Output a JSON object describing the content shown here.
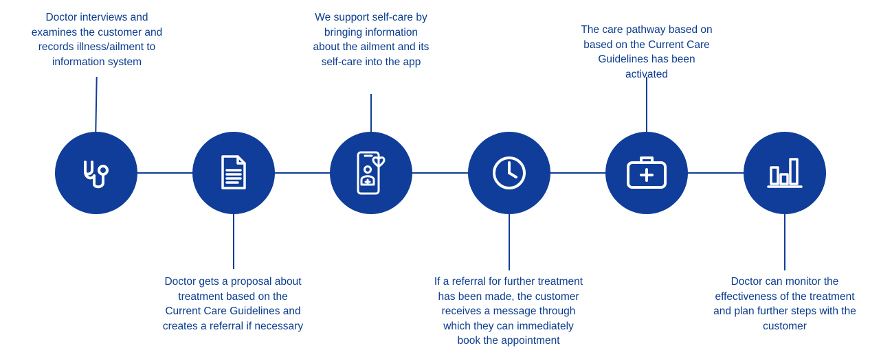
{
  "steps": [
    {
      "icon": "stethoscope-icon",
      "position": "top",
      "text": "Doctor interviews and\nexamines the customer and\nrecords illness/ailment to\ninformation system"
    },
    {
      "icon": "document-icon",
      "position": "bottom",
      "text": "Doctor gets a proposal about\ntreatment based on the\nCurrent Care Guidelines and\ncreates a referral if necessary"
    },
    {
      "icon": "mobile-app-icon",
      "position": "top",
      "text": "We support self-care by\nbringing information\nabout the ailment and its\nself-care into the app"
    },
    {
      "icon": "clock-icon",
      "position": "bottom",
      "text": "If a referral for further treatment\nhas been made, the customer\nreceives a message through\nwhich they can immediately\nbook the appointment"
    },
    {
      "icon": "first-aid-kit-icon",
      "position": "top",
      "text": "The care pathway based on\nbased on the Current Care\nGuidelines has been\nactivated"
    },
    {
      "icon": "bar-chart-icon",
      "position": "bottom",
      "text": "Doctor can monitor the\neffectiveness of the treatment\nand plan further steps with the\ncustomer"
    }
  ],
  "colors": {
    "node": "#0f3d99",
    "text": "#0b3c8e",
    "icon": "#ffffff"
  }
}
